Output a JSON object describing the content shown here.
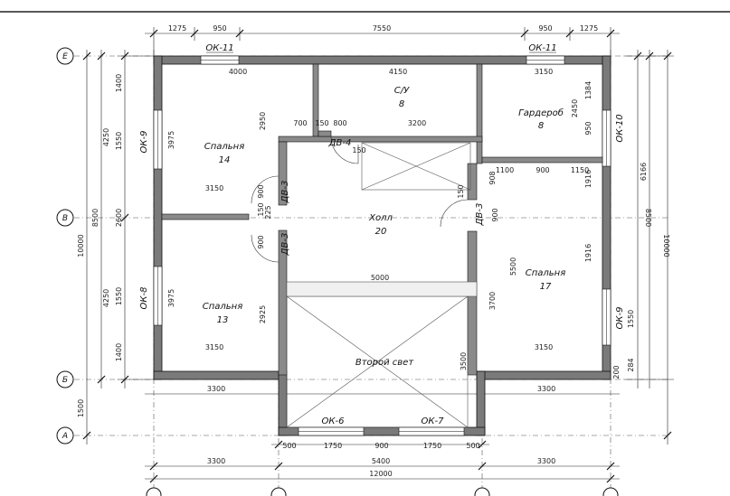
{
  "axes": {
    "E": "Е",
    "B": "В",
    "Bv": "Б",
    "A": "А"
  },
  "rooms": {
    "bed1_name": "Спальня",
    "bed1_area": "14",
    "wc_name": "С/У",
    "wc_area": "8",
    "closet_name": "Гардероб",
    "closet_area": "8",
    "hall_name": "Холл",
    "hall_area": "20",
    "bed2_name": "Спальня",
    "bed2_area": "13",
    "bed3_name": "Спальня",
    "bed3_area": "17",
    "light_name": "Второй свет"
  },
  "windows": {
    "ok11a": "ОК-11",
    "ok11b": "ОК-11",
    "ok10": "ОК-10",
    "ok9a": "ОК-9",
    "ok8": "ОК-8",
    "ok9b": "ОК-9",
    "ok6": "ОК-6",
    "ok7": "ОК-7"
  },
  "doors": {
    "dv4": "ДВ-4",
    "dv3a": "ДВ-3",
    "dv3b": "ДВ-3",
    "dv3c": "ДВ-3"
  },
  "dims": {
    "top_1275a": "1275",
    "top_950a": "950",
    "top_7550": "7550",
    "top_950b": "950",
    "top_1275b": "1275",
    "bot_3300a": "3300",
    "bot_5400": "5400",
    "bot_3300b": "3300",
    "bot_12000": "12000",
    "bot_500a": "500",
    "bot_1750a": "1750",
    "bot_900": "900",
    "bot_1750b": "1750",
    "bot_500b": "500",
    "mid_3300a": "3300",
    "mid_3300b": "3300",
    "left_1400a": "1400",
    "left_1550a": "1550",
    "left_2600": "2600",
    "left_1550b": "1550",
    "left_1400b": "1400",
    "left_4250a": "4250",
    "left_4250b": "4250",
    "left_8500": "8500",
    "left_10000": "10000",
    "left_1500": "1500",
    "right_6166": "6166",
    "right_8500": "8500",
    "right_10000": "10000",
    "in_4000": "4000",
    "in_4150": "4150",
    "in_3150a": "3150",
    "in_2950": "2950",
    "in_3975a": "3975",
    "in_700": "700",
    "in_150a": "150",
    "in_800": "800",
    "in_3200": "3200",
    "in_150b": "150",
    "in_1384": "1384",
    "in_2450": "2450",
    "in_950": "950",
    "in_908": "908",
    "in_1916a": "1916",
    "in_1100": "1100",
    "in_900a": "900",
    "in_1150": "1150",
    "in_3150b": "3150",
    "in_900b": "900",
    "in_150c": "150",
    "in_225": "225",
    "in_900c": "900",
    "in_150d": "150",
    "in_900d": "900",
    "in_5000": "5000",
    "in_5500": "5500",
    "in_1916b": "1916",
    "in_3975b": "3975",
    "in_2925": "2925",
    "in_3700": "3700",
    "in_3150c": "3150",
    "in_3150d": "3150",
    "in_3500": "3500",
    "in_1550": "1550",
    "in_200": "200",
    "in_284": "284"
  }
}
